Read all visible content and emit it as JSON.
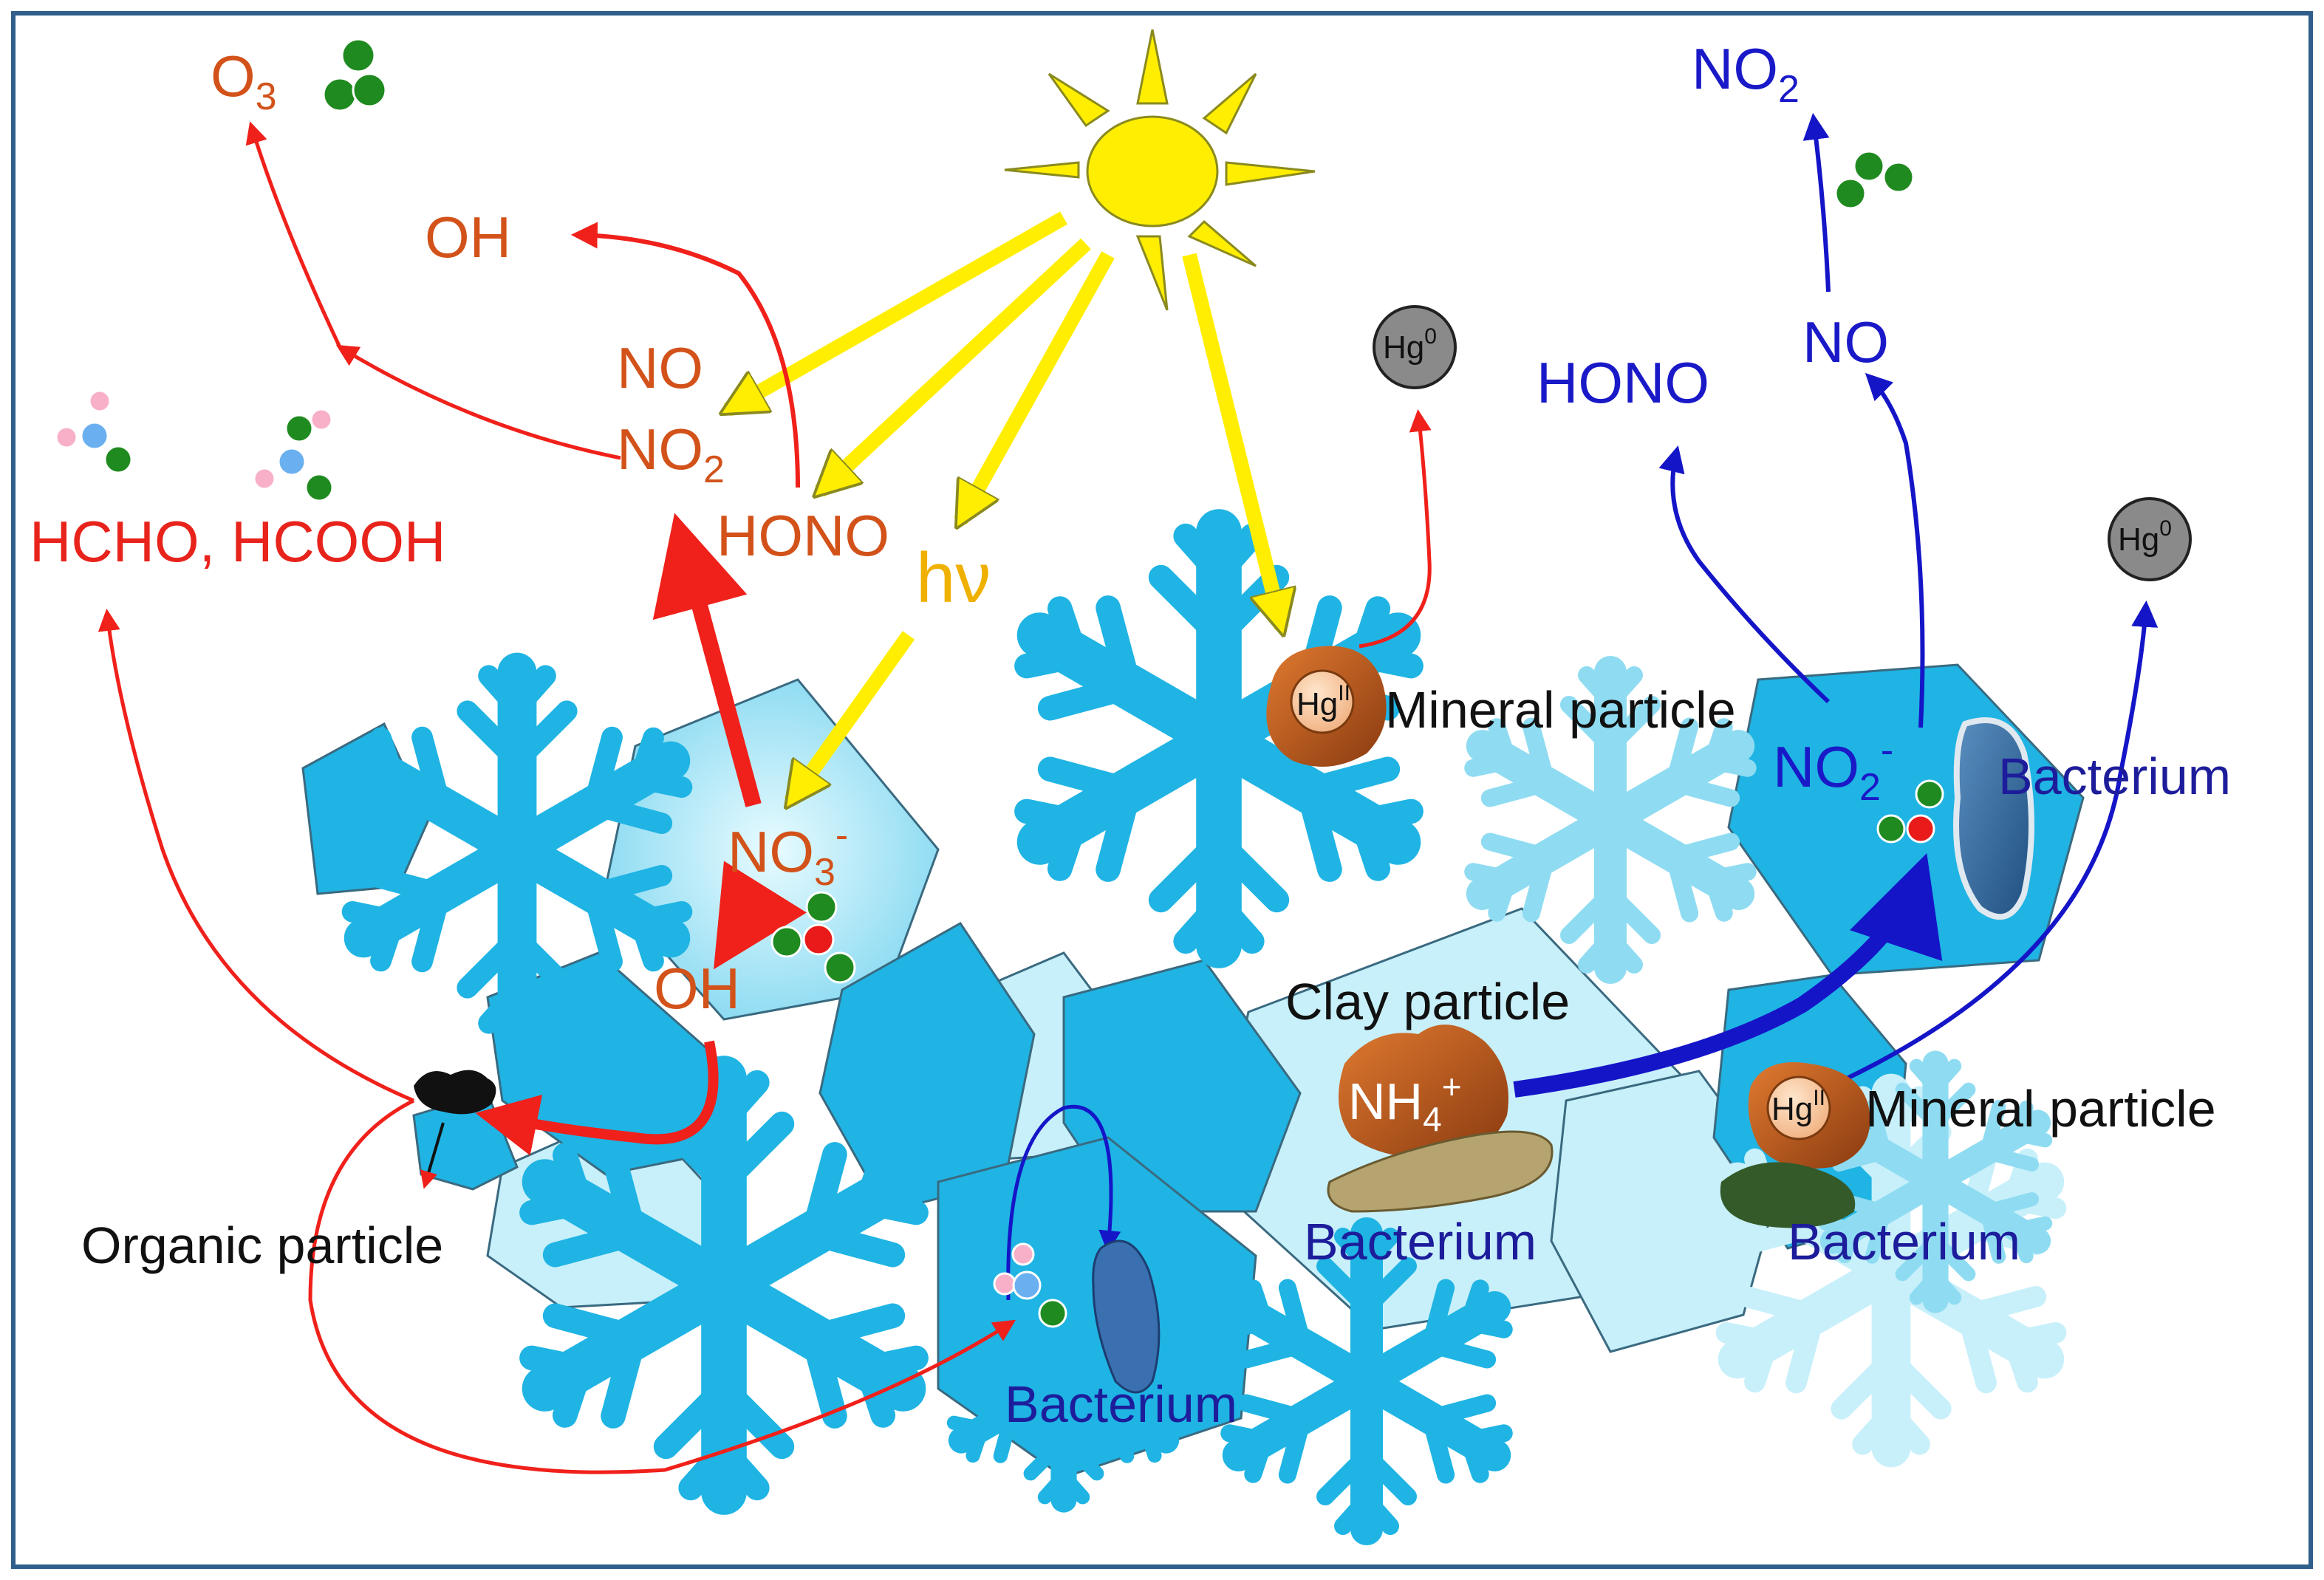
{
  "labels": {
    "o3": "O",
    "o3_sub": "3",
    "oh_top": "OH",
    "no": "NO",
    "no2_left": "NO",
    "no2_left_sub": "2",
    "hono_left": "HONO",
    "hcho": "HCHO, HCOOH",
    "hv": "hν",
    "no3": "NO",
    "no3_sub": "3",
    "no3_sup": "-",
    "oh_lower": "OH",
    "organic": "Organic particle",
    "hg0_a": "Hg",
    "hg0_a_sup": "0",
    "hg2_a": "Hg",
    "hg2_a_sup": "II",
    "mineral_a": "Mineral particle",
    "no2_right": "NO",
    "no2_right_sub": "2",
    "no_right": "NO",
    "hono_right": "HONO",
    "hg0_b": "Hg",
    "hg0_b_sup": "0",
    "no2_ion": "NO",
    "no2_ion_sub": "2",
    "no2_ion_sup": "-",
    "bacterium_tr": "Bacterium",
    "clay": "Clay particle",
    "nh4": "NH",
    "nh4_sub": "4",
    "nh4_sup": "+",
    "bacterium_mid": "Bacterium",
    "hg2_b": "Hg",
    "hg2_b_sup": "II",
    "mineral_b": "Mineral particle",
    "bacterium_right": "Bacterium",
    "bacterium_bottom": "Bacterium"
  },
  "colors": {
    "red_arrow": "#f0201a",
    "blue_arrow": "#1515c8",
    "sun": "#ffee00",
    "ice_dark": "#1fb4e4",
    "ice_light": "#c8f0fa",
    "frame": "#2f5f8a"
  },
  "icons": [
    "sun-icon",
    "snowflake-icon",
    "ice-crystal-icon",
    "molecule-icon",
    "bacterium-icon",
    "particle-icon"
  ]
}
